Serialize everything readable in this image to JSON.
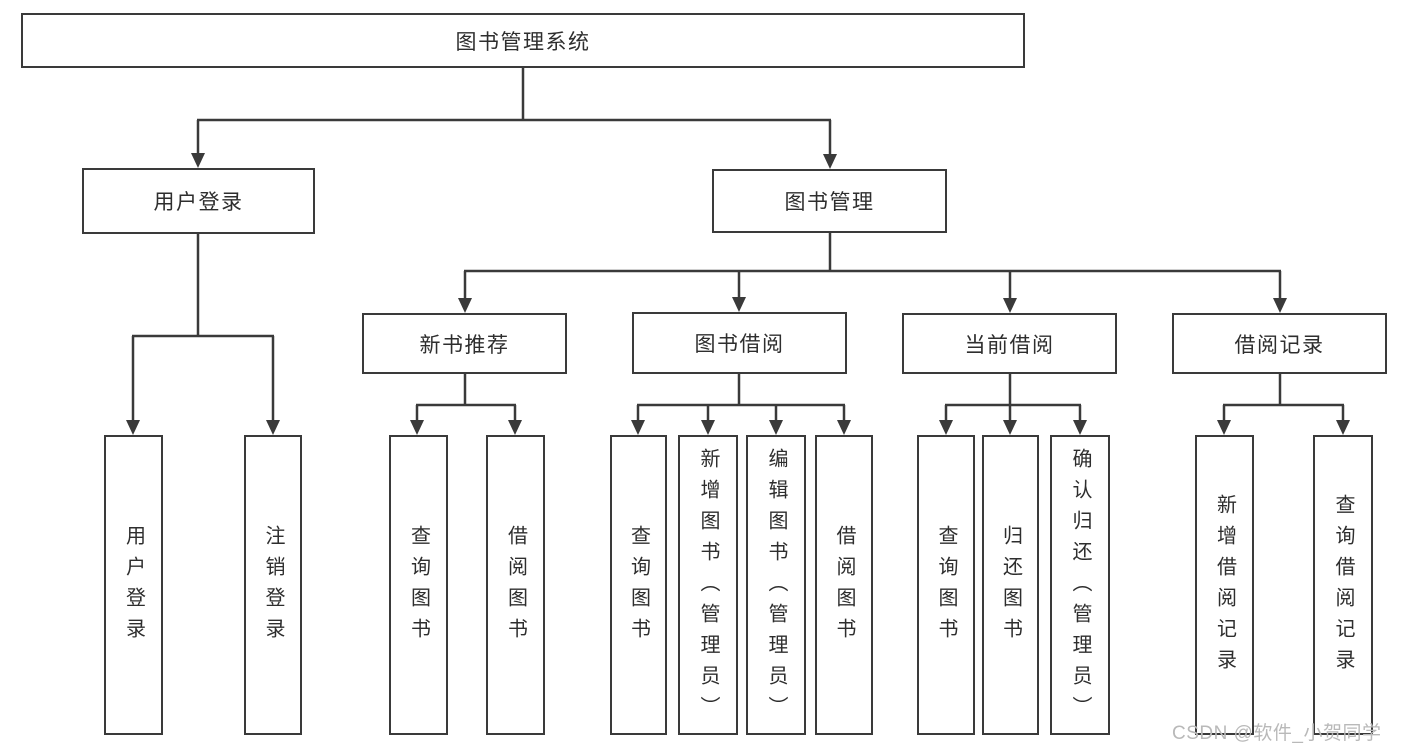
{
  "diagram": {
    "title": "图书管理系统",
    "tree": {
      "label": "图书管理系统",
      "children": [
        {
          "label": "用户登录",
          "children": [
            {
              "label": "用户登录"
            },
            {
              "label": "注销登录"
            }
          ]
        },
        {
          "label": "图书管理",
          "children": [
            {
              "label": "新书推荐",
              "children": [
                {
                  "label": "查询图书"
                },
                {
                  "label": "借阅图书"
                }
              ]
            },
            {
              "label": "图书借阅",
              "children": [
                {
                  "label": "查询图书"
                },
                {
                  "label": "新增图书（管理员）"
                },
                {
                  "label": "编辑图书（管理员）"
                },
                {
                  "label": "借阅图书"
                }
              ]
            },
            {
              "label": "当前借阅",
              "children": [
                {
                  "label": "查询图书"
                },
                {
                  "label": "归还图书"
                },
                {
                  "label": "确认归还（管理员）"
                }
              ]
            },
            {
              "label": "借阅记录",
              "children": [
                {
                  "label": "新增借阅记录"
                },
                {
                  "label": "查询借阅记录"
                }
              ]
            }
          ]
        }
      ]
    },
    "colors": {
      "line": "#3a3a3a",
      "box_border": "#3a3a3a",
      "text": "#2e2e2e",
      "background": "#ffffff",
      "watermark": "#b9b9b9"
    }
  },
  "watermark": {
    "text": "CSDN @软件_小贺同学"
  }
}
